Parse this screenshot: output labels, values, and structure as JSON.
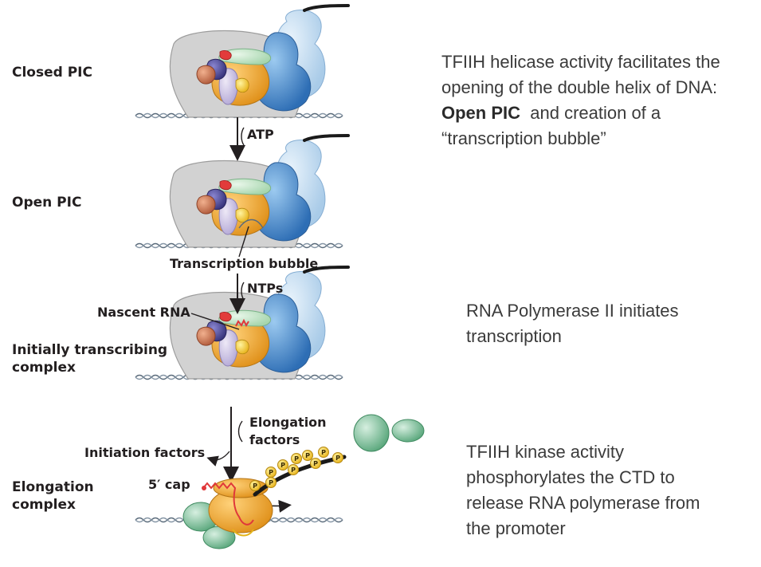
{
  "stages": {
    "closed": "Closed PIC",
    "open": "Open PIC",
    "initially_l1": "Initially transcribing",
    "initially_l2": "complex",
    "elong_l1": "Elongation",
    "elong_l2": "complex"
  },
  "arrows": {
    "atp": "ATP",
    "ntps": "NTPs",
    "elong_factors_l1": "Elongation",
    "elong_factors_l2": "factors",
    "initiation_factors": "Initiation factors"
  },
  "callouts": {
    "transcription_bubble": "Transcription bubble",
    "nascent_rna": "Nascent RNA",
    "five_cap": "5′ cap"
  },
  "phospho_label": "P",
  "notes": {
    "tfiih_helicase_l1": "TFIIH helicase activity facilitates the",
    "tfiih_helicase_l2": "opening of the double helix of DNA:",
    "open_pic_bold": "Open PIC",
    "tfiih_helicase_l3_rest": "and creation of a",
    "tfiih_helicase_l4": "“transcription bubble”",
    "pol2_l1": "RNA Polymerase II initiates",
    "pol2_l2": "transcription",
    "kinase_l1": "TFIIH kinase activity",
    "kinase_l2": "phosphorylates the CTD to",
    "kinase_l3": "release RNA polymerase from",
    "kinase_l4": "the promoter"
  },
  "colors": {
    "pol2_grey": "#d4d4d4",
    "tfiih_blue": "#3a7fc4",
    "tfiih_light": "#bcd8ef",
    "pol_orange": "#f0a22a",
    "factor_green": "#7cc29a",
    "dna": "#5a6b7b",
    "rna": "#e0383a"
  }
}
